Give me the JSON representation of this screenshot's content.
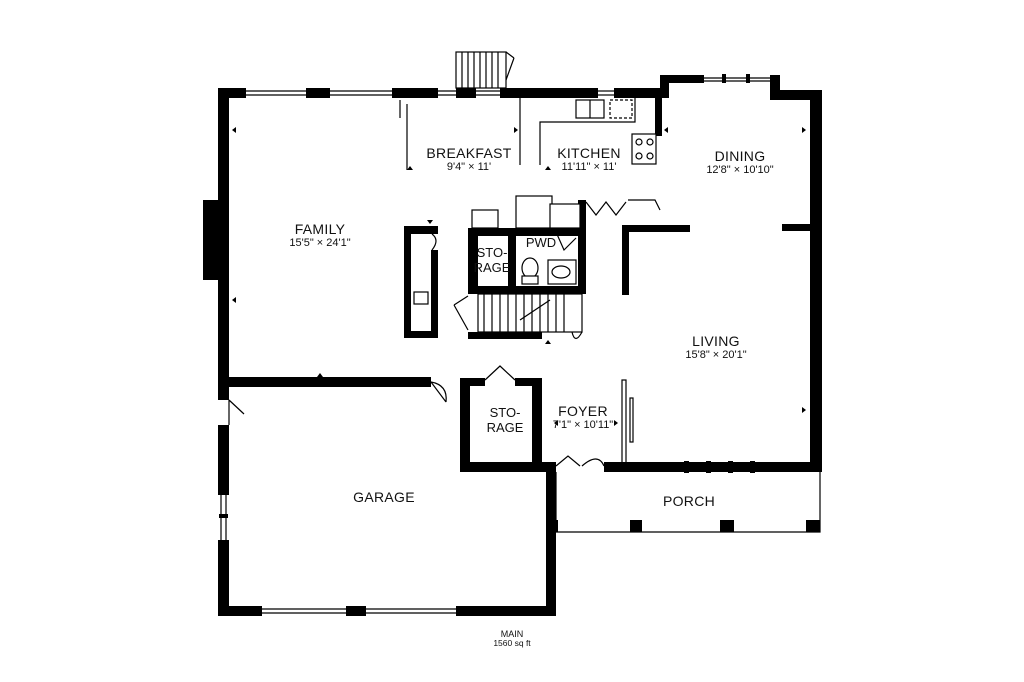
{
  "rooms": {
    "breakfast": {
      "name": "BREAKFAST",
      "dim": "9'4\" × 11'"
    },
    "kitchen": {
      "name": "KITCHEN",
      "dim": "11'11\" × 11'"
    },
    "dining": {
      "name": "DINING",
      "dim": "12'8\" × 10'10\""
    },
    "family": {
      "name": "FAMILY",
      "dim": "15'5\" × 24'1\""
    },
    "pwd": {
      "name": "PWD"
    },
    "storage_upper": {
      "line1": "STO-",
      "line2": "RAGE"
    },
    "living": {
      "name": "LIVING",
      "dim": "15'8\" × 20'1\""
    },
    "storage_lower": {
      "line1": "STO-",
      "line2": "RAGE"
    },
    "foyer": {
      "name": "FOYER",
      "dim": "7'1\" × 10'11\""
    },
    "garage": {
      "name": "GARAGE"
    },
    "porch": {
      "name": "PORCH"
    }
  },
  "floor": {
    "name": "MAIN",
    "area": "1560 sq ft"
  }
}
